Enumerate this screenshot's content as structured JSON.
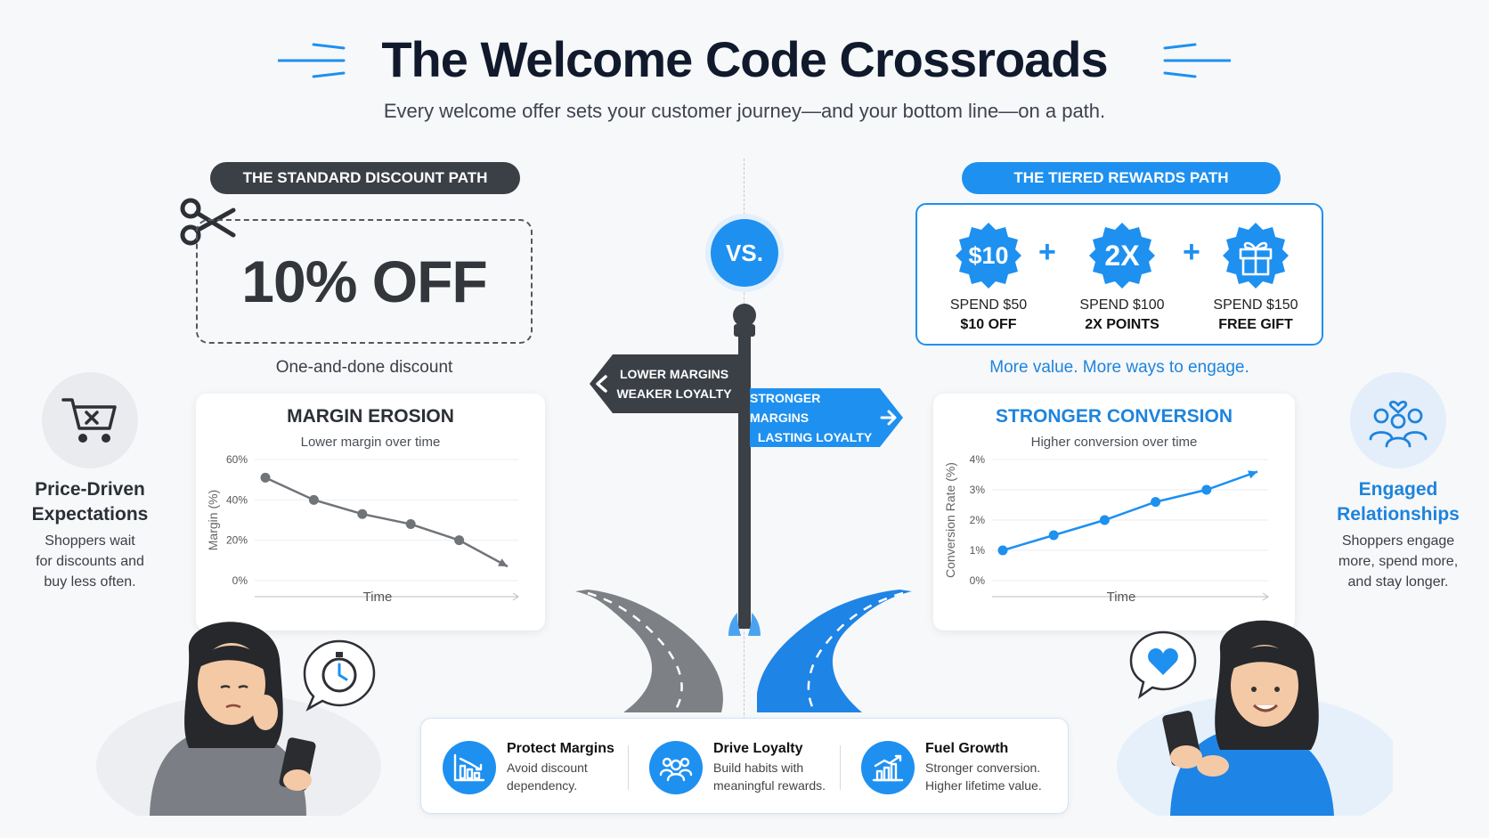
{
  "header": {
    "title": "The Welcome Code Crossroads",
    "subtitle": "Every welcome offer sets your customer journey—and your bottom line—on a path."
  },
  "left": {
    "path_label": "THE STANDARD DISCOUNT PATH",
    "coupon_text": "10% OFF",
    "coupon_caption": "One-and-done discount",
    "side_title_line1": "Price-Driven",
    "side_title_line2": "Expectations",
    "side_text_line1": "Shoppers wait",
    "side_text_line2": "for discounts and",
    "side_text_line3": "buy less often."
  },
  "center": {
    "vs_label": "VS.",
    "sign_left_line1": "LOWER MARGINS",
    "sign_left_line2": "WEAKER LOYALTY",
    "sign_right_line1": "STRONGER MARGINS",
    "sign_right_line2": "LASTING LOYALTY"
  },
  "right": {
    "path_label": "THE TIERED REWARDS PATH",
    "tiers": [
      {
        "badge": "$10",
        "label": "SPEND $50",
        "value": "$10 OFF"
      },
      {
        "badge": "2X",
        "label": "SPEND $100",
        "value": "2X POINTS"
      },
      {
        "badge": "gift-icon",
        "label": "SPEND $150",
        "value": "FREE GIFT"
      }
    ],
    "plus_sign": "+",
    "tier_caption": "More value. More ways to engage.",
    "side_title_line1": "Engaged",
    "side_title_line2": "Relationships",
    "side_text_line1": "Shoppers engage",
    "side_text_line2": "more, spend more,",
    "side_text_line3": "and stay longer."
  },
  "chart_data": [
    {
      "type": "line",
      "title": "MARGIN EROSION",
      "subtitle": "Lower margin over time",
      "xlabel": "Time",
      "ylabel": "Margin (%)",
      "yticks": [
        "0%",
        "20%",
        "40%",
        "60%"
      ],
      "ylim": [
        0,
        60
      ],
      "x": [
        1,
        2,
        3,
        4,
        5,
        6
      ],
      "values": [
        51,
        40,
        33,
        28,
        20,
        7
      ],
      "color": "#707479",
      "grid": true
    },
    {
      "type": "line",
      "title": "STRONGER CONVERSION",
      "subtitle": "Higher conversion over time",
      "xlabel": "Time",
      "ylabel": "Conversion Rate (%)",
      "yticks": [
        "0%",
        "1%",
        "2%",
        "3%",
        "4%"
      ],
      "ylim": [
        0,
        4
      ],
      "x": [
        1,
        2,
        3,
        4,
        5,
        6
      ],
      "values": [
        1.0,
        1.5,
        2.0,
        2.6,
        3.0,
        3.6
      ],
      "color": "#1e90f0",
      "grid": true
    }
  ],
  "benefits": [
    {
      "title": "Protect Margins",
      "line1": "Avoid discount",
      "line2": "dependency."
    },
    {
      "title": "Drive Loyalty",
      "line1": "Build habits with",
      "line2": "meaningful rewards."
    },
    {
      "title": "Fuel Growth",
      "line1": "Stronger conversion.",
      "line2": "Higher lifetime value."
    }
  ],
  "colors": {
    "accent": "#1e90f0",
    "dark": "#3b3f46",
    "road_gray": "#7d8085",
    "road_blue": "#1e84e6"
  }
}
